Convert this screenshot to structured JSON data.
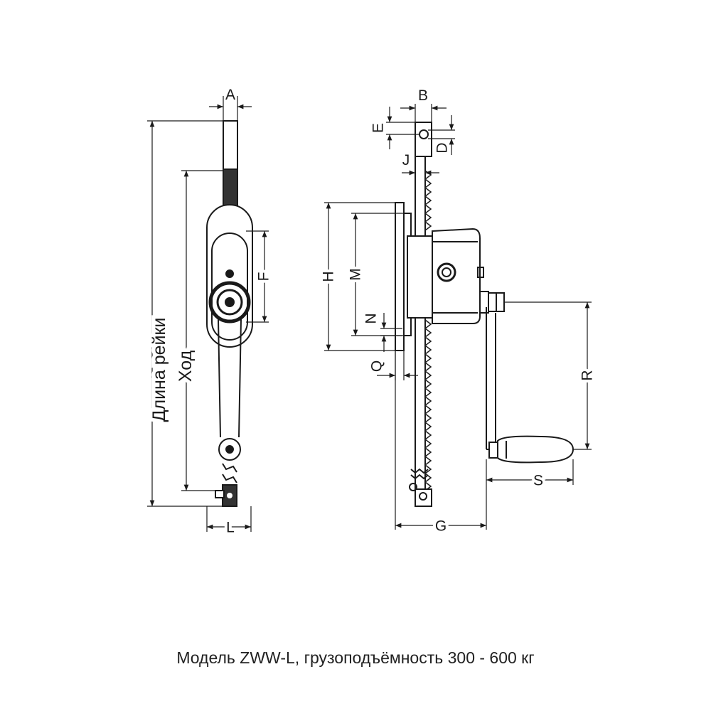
{
  "caption": "Модель ZWW-L, грузоподъёмность 300 - 600 кг",
  "dimensions": {
    "A": "A",
    "B": "B",
    "E": "E",
    "D": "D",
    "J": "J",
    "F": "F",
    "H": "H",
    "M": "M",
    "N": "N",
    "Q": "Q",
    "R": "R",
    "S": "S",
    "G": "G",
    "L": "L",
    "rack_length": "Длина рейки",
    "stroke": "Ход"
  },
  "colors": {
    "line": "#1a1a1a",
    "background": "#ffffff",
    "rack_fill": "#333333"
  }
}
